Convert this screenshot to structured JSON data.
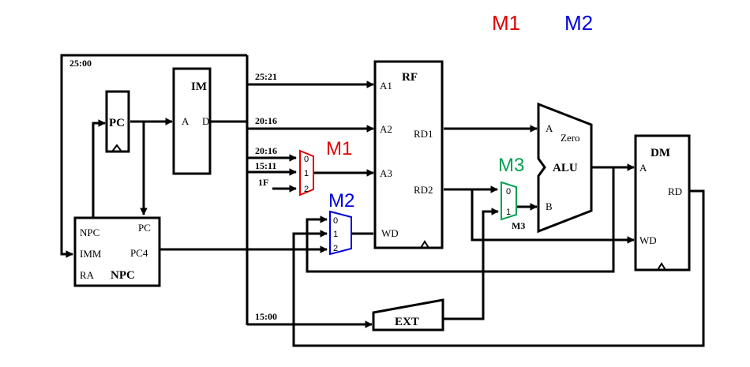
{
  "legend": {
    "m1": {
      "label": "M1",
      "color": "#e00000"
    },
    "m2": {
      "label": "M2",
      "color": "#0000e0"
    }
  },
  "colors": {
    "m1": "#e00000",
    "m2": "#0000e0",
    "m3": "#00a050"
  },
  "blocks": {
    "pc": {
      "label": "PC"
    },
    "im": {
      "label": "IM",
      "port_a": "A",
      "port_d": "D"
    },
    "rf": {
      "label": "RF",
      "a1": "A1",
      "a2": "A2",
      "a3": "A3",
      "wd": "WD",
      "rd1": "RD1",
      "rd2": "RD2"
    },
    "alu": {
      "label": "ALU",
      "a": "A",
      "b": "B",
      "zero": "Zero"
    },
    "dm": {
      "label": "DM",
      "a": "A",
      "rd": "RD",
      "wd": "WD"
    },
    "npc": {
      "label": "NPC",
      "npc": "NPC",
      "imm": "IMM",
      "ra": "RA",
      "pc": "PC",
      "pc4": "PC4"
    },
    "ext": {
      "label": "EXT"
    }
  },
  "muxes": {
    "m1": {
      "label": "M1",
      "inputs": [
        "0",
        "1",
        "2"
      ]
    },
    "m2": {
      "label": "M2",
      "inputs": [
        "0",
        "1",
        "2"
      ]
    },
    "m3": {
      "label": "M3",
      "inputs": [
        "0",
        "1"
      ],
      "sub_label": "M3"
    }
  },
  "wire_labels": {
    "w25_00": "25:00",
    "w25_21": "25:21",
    "w20_16a": "20:16",
    "w20_16b": "20:16",
    "w15_11": "15:11",
    "w1f": "1F",
    "w15_00": "15:00"
  }
}
